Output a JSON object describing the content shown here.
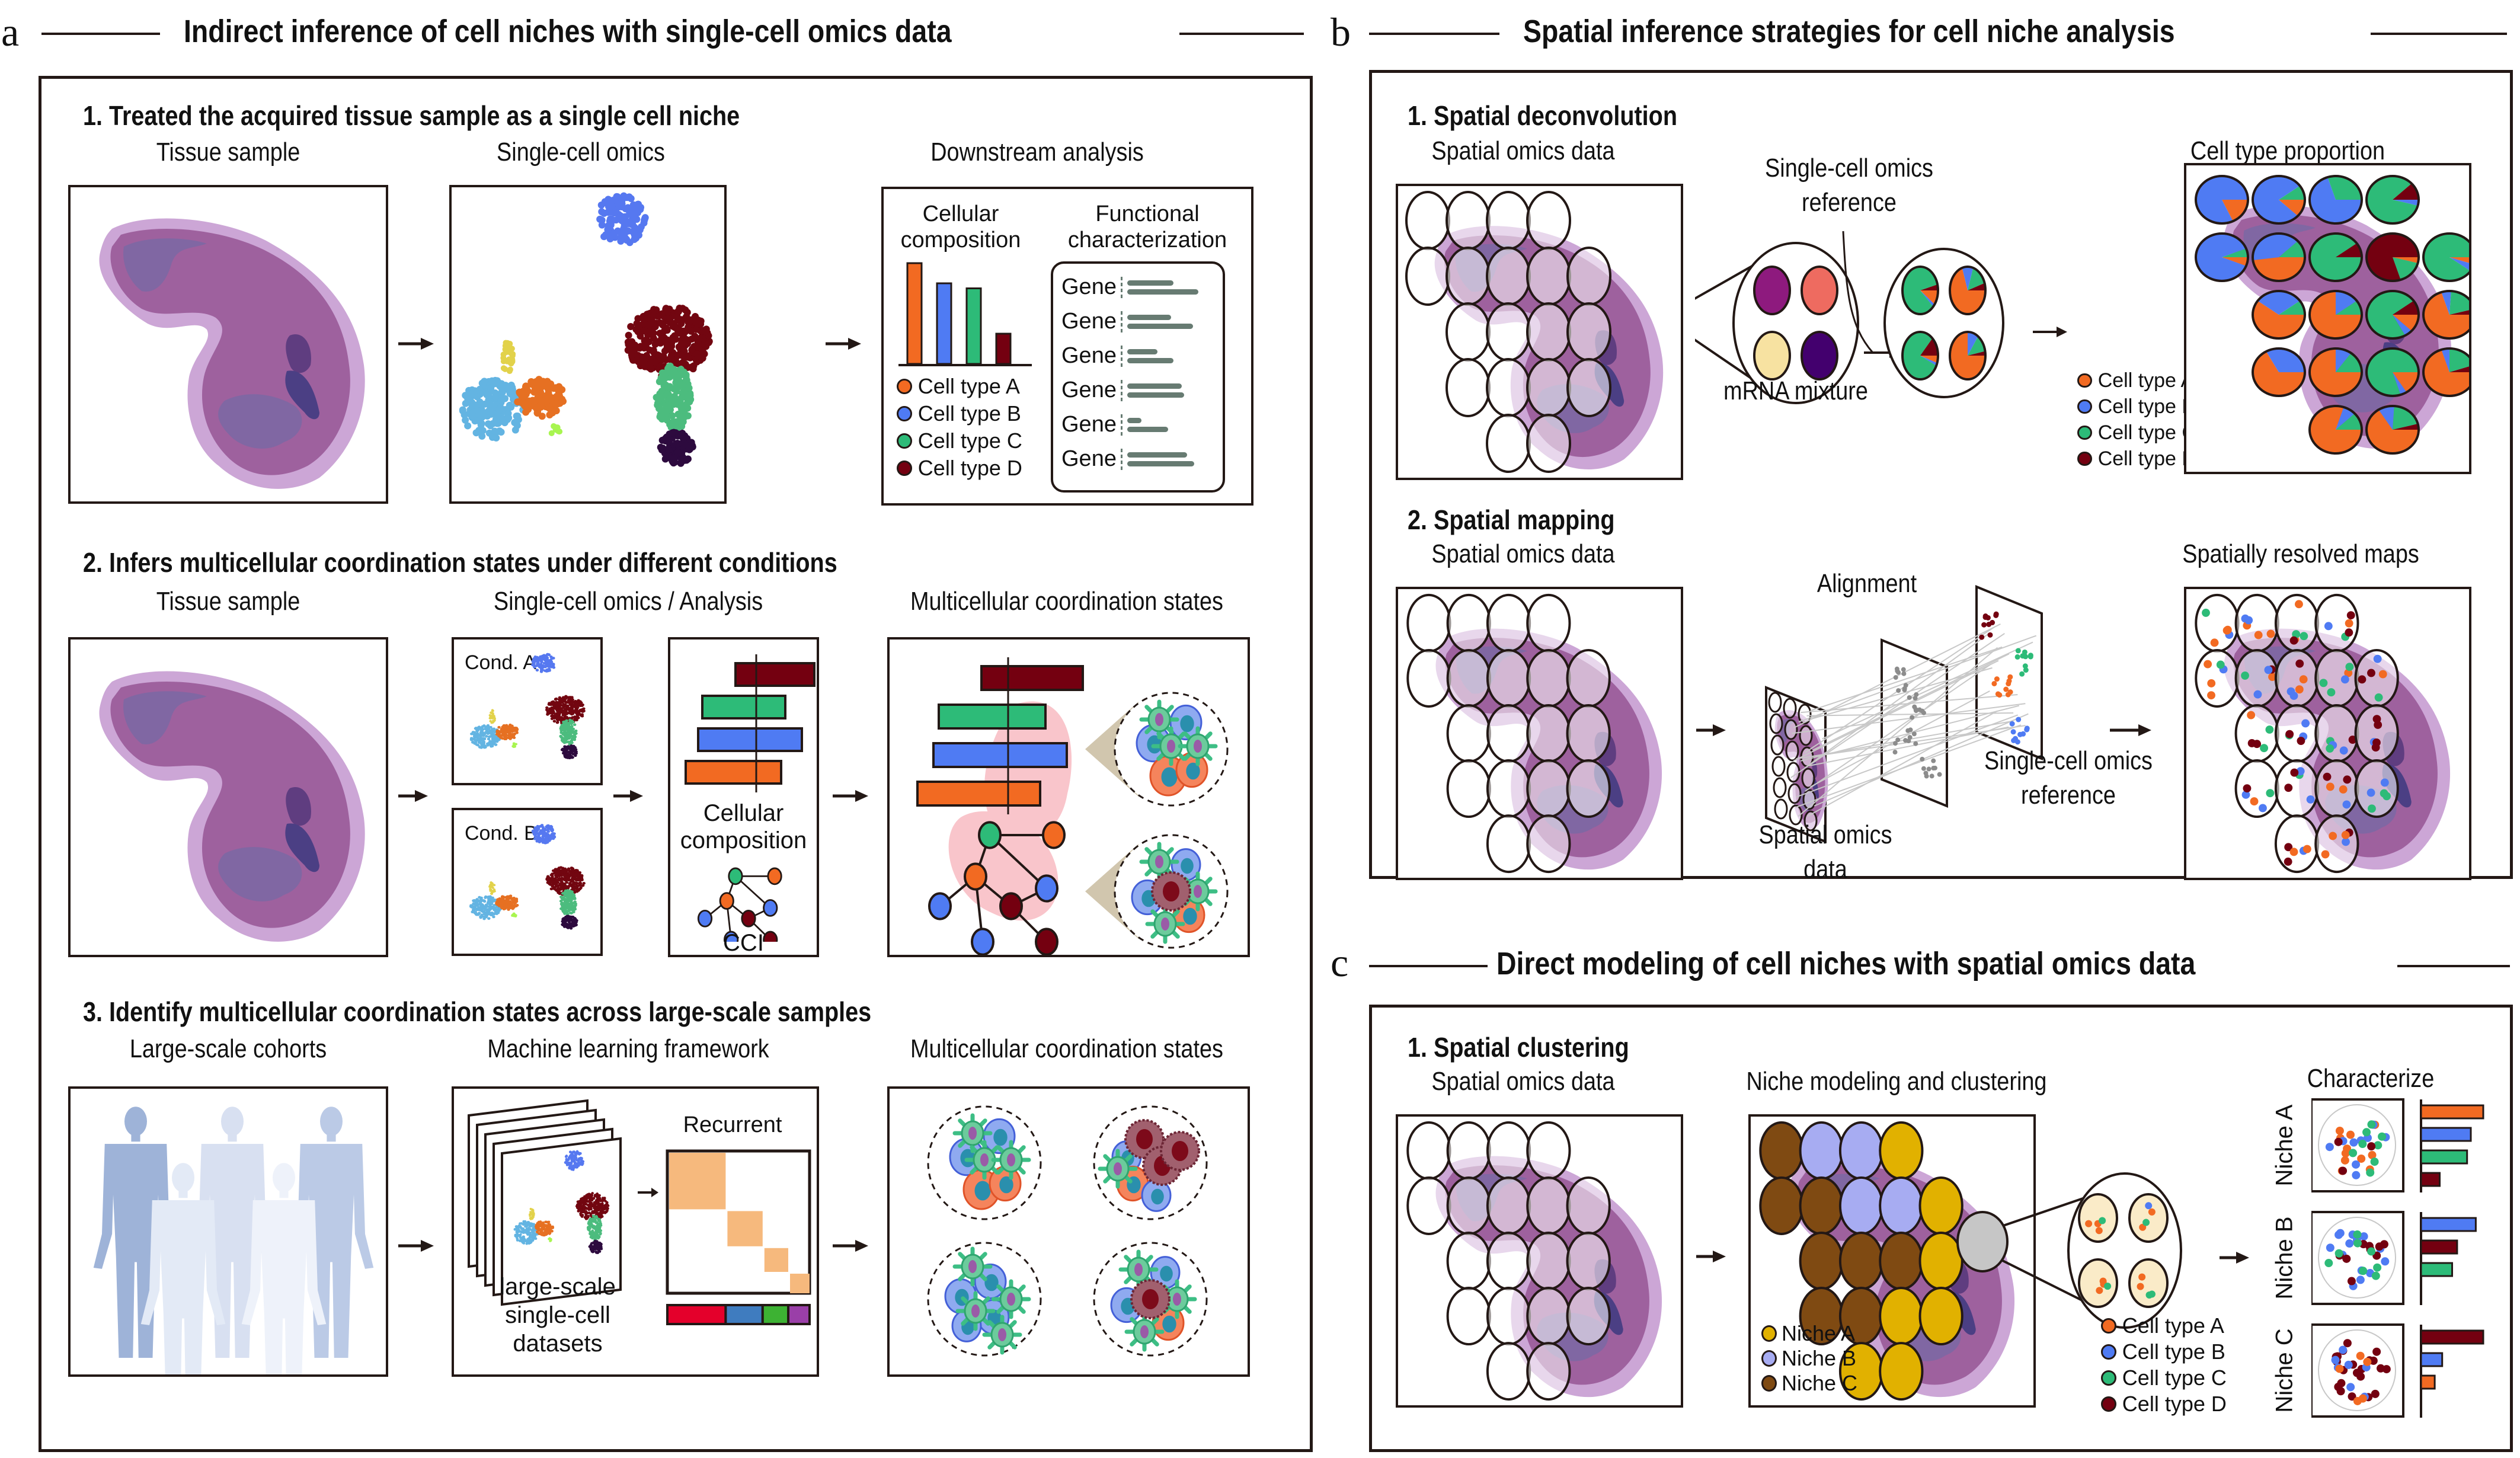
{
  "panel_a": {
    "letter": "a",
    "title": "Indirect inference of cell niches with single-cell omics data",
    "section1": {
      "title": "1. Treated the acquired tissue sample as a single cell niche",
      "col_labels": [
        "Tissue sample",
        "Single-cell omics",
        "Downstream analysis"
      ],
      "downstream": {
        "composition_label_line1": "Cellular",
        "composition_label_line2": "composition",
        "functional_label_line1": "Functional",
        "functional_label_line2": "characterization",
        "bar_values": [
          1.0,
          0.8,
          0.75,
          0.3
        ],
        "gene_label": "Gene",
        "gene_rows": [
          [
            0.52,
            0.8
          ],
          [
            0.49,
            0.74
          ],
          [
            0.34,
            0.52
          ],
          [
            0.61,
            0.64
          ],
          [
            0.16,
            0.46
          ],
          [
            0.67,
            0.75
          ]
        ]
      }
    },
    "section2": {
      "title": "2. Infers multicellular coordination states under different conditions",
      "col_labels": [
        "Tissue sample",
        "Single-cell omics / Analysis",
        "Multicellular coordination states"
      ],
      "cond_a": "Cond. A",
      "cond_b": "Cond. B",
      "composition_line1": "Cellular",
      "composition_line2": "composition",
      "cci": "CCI",
      "diverging_bars": [
        {
          "type": "D",
          "left": -0.25,
          "right": 0.7
        },
        {
          "type": "C",
          "left": -0.65,
          "right": 0.35
        },
        {
          "type": "B",
          "left": -0.7,
          "right": 0.55
        },
        {
          "type": "A",
          "left": -0.85,
          "right": 0.3
        }
      ]
    },
    "section3": {
      "title": "3. Identify multicellular coordination states across large-scale samples",
      "col_labels": [
        "Large-scale cohorts",
        "Machine learning framework",
        "Multicellular coordination states"
      ],
      "recurrent": "Recurrent",
      "datasets_line1": "large-scale",
      "datasets_line2": "single-cell",
      "datasets_line3": "datasets",
      "block_fractions": [
        0.41,
        0.26,
        0.18,
        0.15
      ],
      "block_colors": [
        "#E4002B",
        "#3F7CBF",
        "#3DB233",
        "#9A3FA8"
      ]
    }
  },
  "panel_b": {
    "letter": "b",
    "title": "Spatial inference strategies for cell niche analysis",
    "section1": {
      "title": "1. Spatial deconvolution",
      "spatial_label": "Spatial omics data",
      "reference_line1": "Single-cell omics",
      "reference_line2": "reference",
      "mixture_label": "mRNA mixture",
      "proportion_label": "Cell type proportion",
      "mixture_colors": [
        "#8E1A7E",
        "#EE6B60",
        "#F7E2A1",
        "#43006E"
      ]
    },
    "section2": {
      "title": "2. Spatial mapping",
      "spatial_label": "Spatial omics data",
      "alignment_label": "Alignment",
      "spatial_data_line1": "Spatial omics",
      "spatial_data_line2": "data",
      "reference_line1": "Single-cell omics",
      "reference_line2": "reference",
      "maps_label": "Spatially resolved maps"
    }
  },
  "panel_c": {
    "letter": "c",
    "title": "Direct modeling of cell niches with spatial omics data",
    "section1": {
      "title": "1. Spatial clustering",
      "spatial_label": "Spatial omics data",
      "clustering_label": "Niche modeling and clustering",
      "characterize_label": "Characterize",
      "niches": [
        {
          "name": "Niche A",
          "color": "#E1B100"
        },
        {
          "name": "Niche B",
          "color": "#A7ACF2"
        },
        {
          "name": "Niche C",
          "color": "#7F4A12"
        }
      ],
      "niche_bars": [
        {
          "niche": "Niche A",
          "bars": [
            {
              "type": "A",
              "value": 1.0
            },
            {
              "type": "B",
              "value": 0.8
            },
            {
              "type": "C",
              "value": 0.74
            },
            {
              "type": "D",
              "value": 0.3
            }
          ]
        },
        {
          "niche": "Niche B",
          "bars": [
            {
              "type": "B",
              "value": 0.88
            },
            {
              "type": "D",
              "value": 0.58
            },
            {
              "type": "C",
              "value": 0.5
            }
          ]
        },
        {
          "niche": "Niche C",
          "bars": [
            {
              "type": "D",
              "value": 1.0
            },
            {
              "type": "B",
              "value": 0.34
            },
            {
              "type": "A",
              "value": 0.22
            }
          ]
        }
      ]
    }
  },
  "cell_types": [
    {
      "name": "Cell type A",
      "key": "A",
      "color": "#F26A22"
    },
    {
      "name": "Cell type B",
      "key": "B",
      "color": "#4F7BF3"
    },
    {
      "name": "Cell type C",
      "key": "C",
      "color": "#2DBB78"
    },
    {
      "name": "Cell type D",
      "key": "D",
      "color": "#740010"
    }
  ],
  "spot_grid": [
    [
      1,
      1,
      1,
      1,
      0
    ],
    [
      1,
      1,
      1,
      1,
      1
    ],
    [
      0,
      1,
      1,
      1,
      1
    ],
    [
      0,
      1,
      1,
      1,
      1
    ],
    [
      0,
      0,
      1,
      1,
      0
    ]
  ],
  "deconv_pies": [
    [
      [
        0.18,
        0.82,
        0,
        0
      ],
      [
        0.12,
        0.78,
        0.1,
        0
      ],
      [
        0,
        0.7,
        0.3,
        0
      ],
      [
        0,
        0.04,
        0.84,
        0.12
      ]
    ],
    [
      [
        0.06,
        0.88,
        0.06,
        0
      ],
      [
        0.48,
        0.4,
        0.12,
        0
      ],
      [
        0,
        0,
        0.9,
        0.1
      ],
      [
        0.04,
        0,
        0.16,
        0.8
      ],
      [
        0.05,
        0.05,
        0.9,
        0
      ]
    ],
    [
      [
        0.6,
        0.3,
        0.1,
        0
      ],
      [
        0.75,
        0.15,
        0.1,
        0
      ],
      [
        0.12,
        0.05,
        0.73,
        0.1
      ],
      [
        0.7,
        0.06,
        0.2,
        0.04
      ]
    ],
    [
      [
        0.67,
        0.33,
        0,
        0
      ],
      [
        0.75,
        0.1,
        0.15,
        0
      ],
      [
        0.16,
        0.04,
        0.8,
        0
      ],
      [
        0.7,
        0.05,
        0.2,
        0.05
      ]
    ],
    [
      [
        0.8,
        0.08,
        0.12,
        0
      ],
      [
        0.66,
        0.1,
        0.2,
        0.04
      ]
    ]
  ],
  "niche_assignment": [
    [
      "C",
      "B",
      "B",
      "A",
      null
    ],
    [
      "C",
      "C",
      "B",
      "B",
      "A"
    ],
    [
      null,
      "C",
      "C",
      "C",
      "A"
    ],
    [
      null,
      "C",
      "C",
      "A",
      "A"
    ],
    [
      null,
      null,
      "A",
      "A",
      null
    ]
  ]
}
